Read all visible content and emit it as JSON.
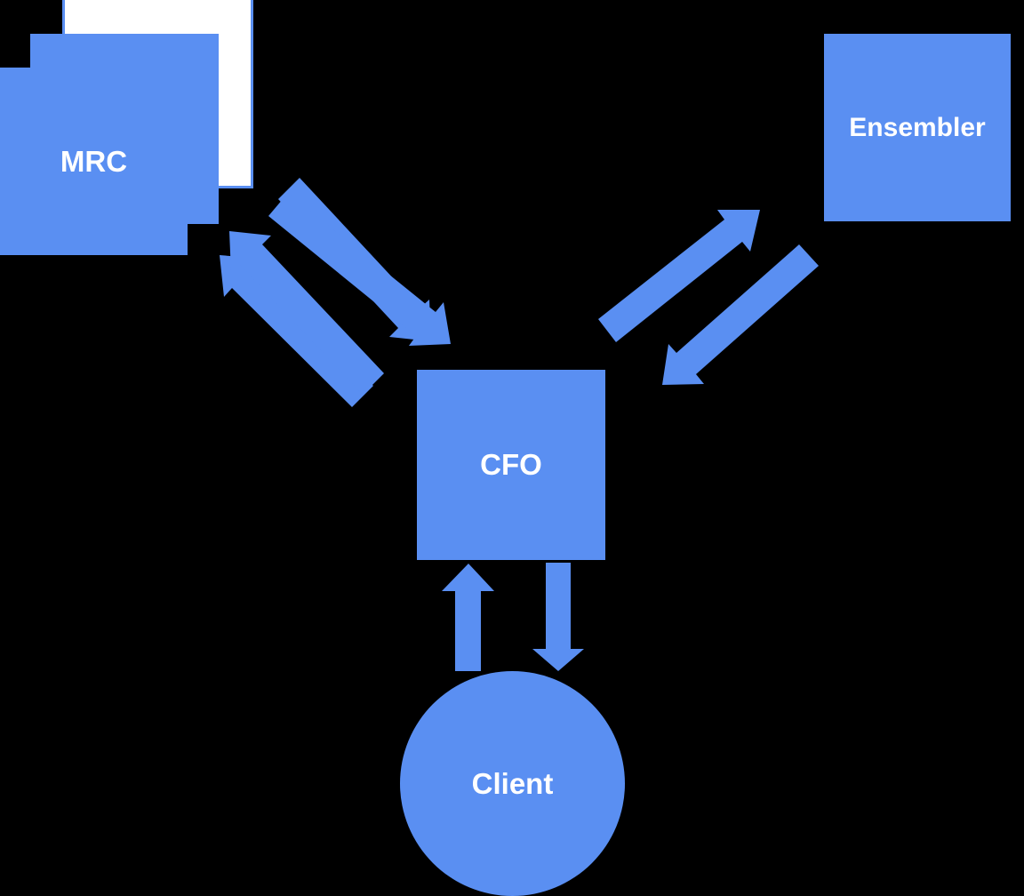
{
  "diagram": {
    "background_color": "#000000",
    "accent_color": "#5A8FF2",
    "text_color": "#FFFFFF",
    "nodes": {
      "mrc": {
        "label": "MRC",
        "shape": "stacked-squares"
      },
      "ensembler": {
        "label": "Ensembler",
        "shape": "square"
      },
      "cfo": {
        "label": "CFO",
        "shape": "square"
      },
      "client": {
        "label": "Client",
        "shape": "circle"
      }
    },
    "edges": [
      {
        "from": "CFO",
        "to": "MRC",
        "bidirectional": true,
        "style": "double-block-arrows"
      },
      {
        "from": "CFO",
        "to": "Ensembler",
        "bidirectional": true,
        "style": "block-arrows"
      },
      {
        "from": "CFO",
        "to": "Client",
        "bidirectional": true,
        "style": "block-arrows"
      }
    ]
  }
}
